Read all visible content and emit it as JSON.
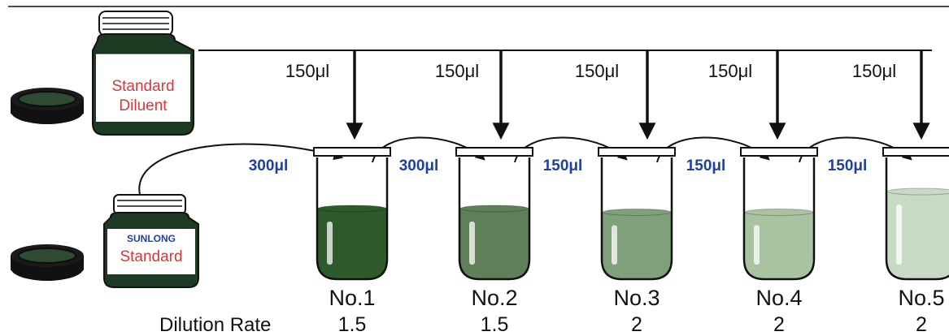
{
  "diluent_bottle": {
    "line1": "Standard",
    "line2": "Diluent"
  },
  "standard_bottle": {
    "brand": "SUNLONG",
    "label": "Standard"
  },
  "diluent_volumes": [
    "150μl",
    "150μl",
    "150μl",
    "150μl",
    "150μl"
  ],
  "transfer_volumes": [
    "300μl",
    "300μl",
    "150μl",
    "150μl",
    "150μl"
  ],
  "tubes": [
    {
      "label": "No.1",
      "rate": "1.5",
      "fill_fraction": 0.58,
      "color": "#2f5a2b"
    },
    {
      "label": "No.2",
      "rate": "1.5",
      "fill_fraction": 0.58,
      "color": "#5f7f58"
    },
    {
      "label": "No.3",
      "rate": "2",
      "fill_fraction": 0.55,
      "color": "#7fa07a"
    },
    {
      "label": "No.4",
      "rate": "2",
      "fill_fraction": 0.55,
      "color": "#a8c2a2"
    },
    {
      "label": "No.5",
      "rate": "2",
      "fill_fraction": 0.72,
      "color": "#c7dbc4"
    }
  ],
  "dilution_rate_label": "Dilution Rate",
  "colors": {
    "line": "#111111",
    "bottle_dark": "#1f3a22",
    "label_red": "#d43a3a",
    "volume_blue": "#1e3fa8",
    "brand_blue": "#1e3fa8"
  }
}
